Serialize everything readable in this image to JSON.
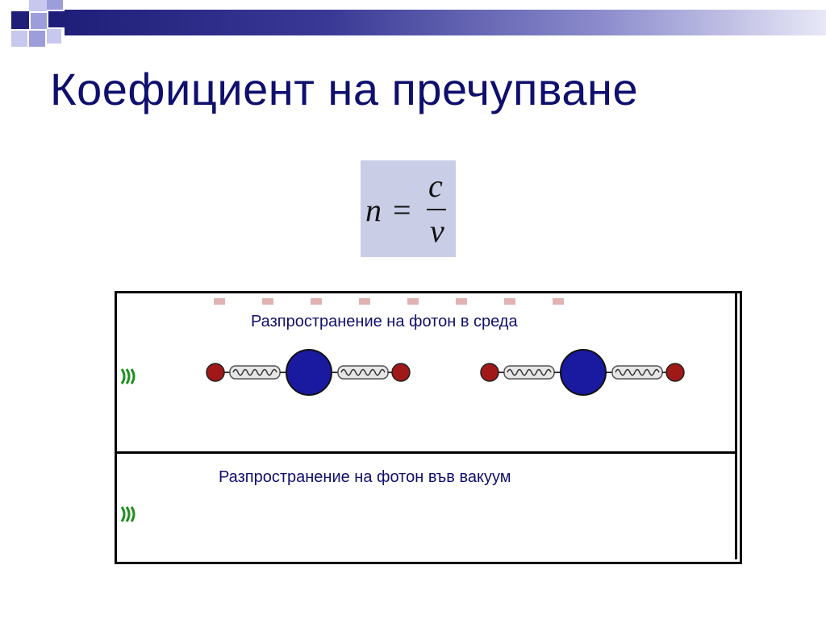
{
  "slide": {
    "title": "Коефициент на пречупване"
  },
  "formula": {
    "lhs": "n",
    "equals": "=",
    "numerator": "c",
    "denominator": "v"
  },
  "animation": {
    "medium_label": "Разпространение на фотон в среда",
    "vacuum_label": "Разпространение на фотон във вакуум"
  },
  "colors": {
    "title": "#0f0f6e",
    "accent_navy": "#1f1f7a",
    "formula_bg": "#c9cde6",
    "atom_small": "#a01818",
    "atom_large": "#1a1aa0",
    "photon_wave": "#1f8f1f"
  },
  "icons": {
    "photon": "photon-wave-icon",
    "molecule": "molecule-icon"
  }
}
